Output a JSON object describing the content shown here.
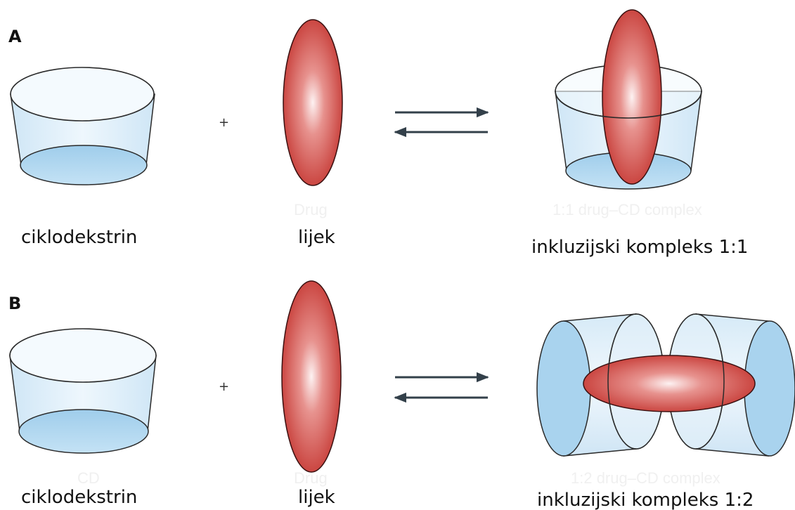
{
  "panel_a": {
    "letter": "A",
    "labels": {
      "cyclodextrin": "ciklodekstrin",
      "drug": "lijek",
      "complex": "inkluzijski kompleks 1:1"
    },
    "faint_labels": {
      "drug": "Drug",
      "complex": "1:1 drug–CD complex"
    },
    "plus_sign": "+"
  },
  "panel_b": {
    "letter": "B",
    "labels": {
      "cyclodextrin": "ciklodekstrin",
      "drug": "lijek",
      "complex": "inkluzijski kompleks 1:2"
    },
    "faint_labels": {
      "cyclodextrin": "CD",
      "drug": "Drug",
      "complex": "1:2 drug–CD complex"
    },
    "plus_sign": "+"
  },
  "colors": {
    "cd_fill": "#dcedf8",
    "cd_fill_dark": "#a9d3ee",
    "cd_stroke": "#2a2a2a",
    "drug_fill": "#cf3f3a",
    "drug_highlight": "#fbeeee",
    "arrow": "#33404a"
  }
}
